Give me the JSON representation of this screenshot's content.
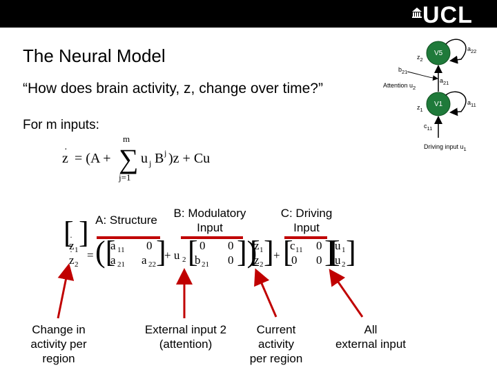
{
  "header": {
    "logo_text": "UCL"
  },
  "slide": {
    "title": "The Neural Model",
    "question": "“How does brain activity, z, change over time?”",
    "inputs_label": "For m inputs:"
  },
  "labels": {
    "a_structure": "A: Structure",
    "b_line1": "B: Modulatory",
    "b_line2": "Input",
    "c_line1": "C: Driving",
    "c_line2": "Input",
    "change_l1": "Change in",
    "change_l2": "activity per",
    "change_l3": "region",
    "external_l1": "External input 2",
    "external_l2": "(attention)",
    "current_l1": "Current",
    "current_l2": "activity",
    "current_l3": "per region",
    "all_l1": "All",
    "all_l2": "external input"
  },
  "network": {
    "node_top": "V5",
    "node_bottom": "V1",
    "z2": "z",
    "z2_sub": "2",
    "z1": "z",
    "z1_sub": "1",
    "a22": "a",
    "a22_sub": "22",
    "a21": "a",
    "a21_sub": "21",
    "a11": "a",
    "a11_sub": "11",
    "b21": "b",
    "b21_sub": "21",
    "attention": "Attention u",
    "attention_sub": "2",
    "c11": "c",
    "c11_sub": "11",
    "driving": "Driving input u",
    "driving_sub": "1"
  }
}
